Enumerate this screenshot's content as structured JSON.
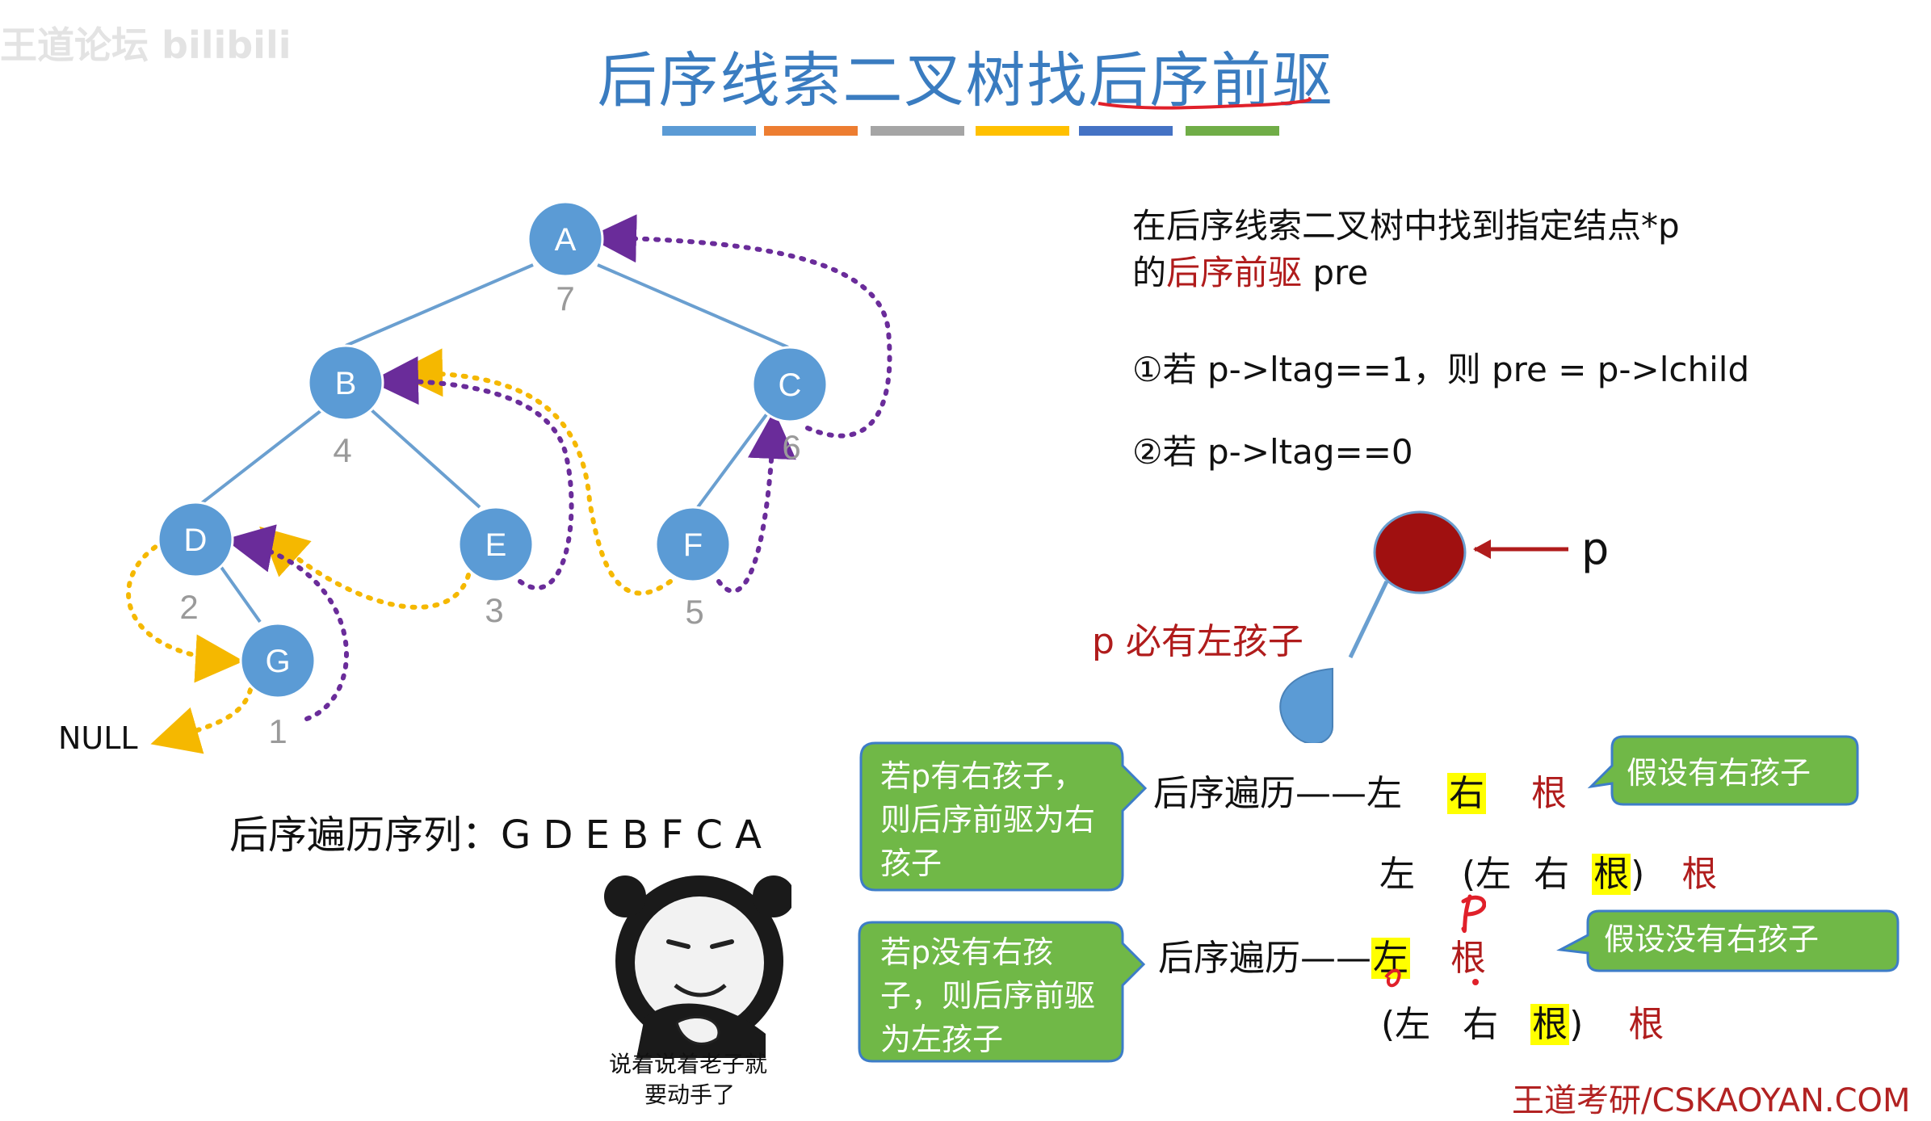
{
  "title": "后序线索二叉树找后序前驱",
  "watermark": "王道论坛 bilibili",
  "tree": {
    "nodes": [
      {
        "id": "A",
        "label": "A",
        "order": "7"
      },
      {
        "id": "B",
        "label": "B",
        "order": "4"
      },
      {
        "id": "C",
        "label": "C",
        "order": "6"
      },
      {
        "id": "D",
        "label": "D",
        "order": "2"
      },
      {
        "id": "E",
        "label": "E",
        "order": "3"
      },
      {
        "id": "F",
        "label": "F",
        "order": "5"
      },
      {
        "id": "G",
        "label": "G",
        "order": "1"
      }
    ],
    "null_label": "NULL"
  },
  "sequence": "后序遍历序列：G D E B F C A",
  "description": {
    "line1": "在后序线索二叉树中找到指定结点*p",
    "line2_prefix": "的",
    "line2_red": "后序前驱",
    "line2_suffix": " pre",
    "rule1": "①若 p->ltag==1，则 pre = p->lchild",
    "rule2": "②若 p->ltag==0"
  },
  "p_diagram": {
    "p_label": "p",
    "left_child_note": "p 必有左孩子"
  },
  "callouts": {
    "has_right_left": "若p有右孩子，则后序前驱为右孩子",
    "assume_right": "假设有右孩子",
    "no_right_left": "若p没有右孩子，则后序前驱为左孩子",
    "assume_no_right": "假设没有右孩子"
  },
  "traversal": {
    "label": "后序遍历——",
    "left": "左",
    "right": "右",
    "root": "根",
    "open": "(",
    "close": ")"
  },
  "meme_caption": {
    "line1": "说着说着老子就",
    "line2": "要动手了"
  },
  "footer": "王道考研/CSKAOYAN.COM",
  "colors": {
    "node_fill": "#5b9bd5",
    "edge": "#6a9fd0",
    "thread_yellow": "#f5b800",
    "thread_purple": "#6a2c9a",
    "p_node": "#a01010",
    "callout_green": "#70b847",
    "callout_border": "#3d7dc8",
    "highlight": "#ffff00",
    "title_blue": "#3a7cc0"
  }
}
